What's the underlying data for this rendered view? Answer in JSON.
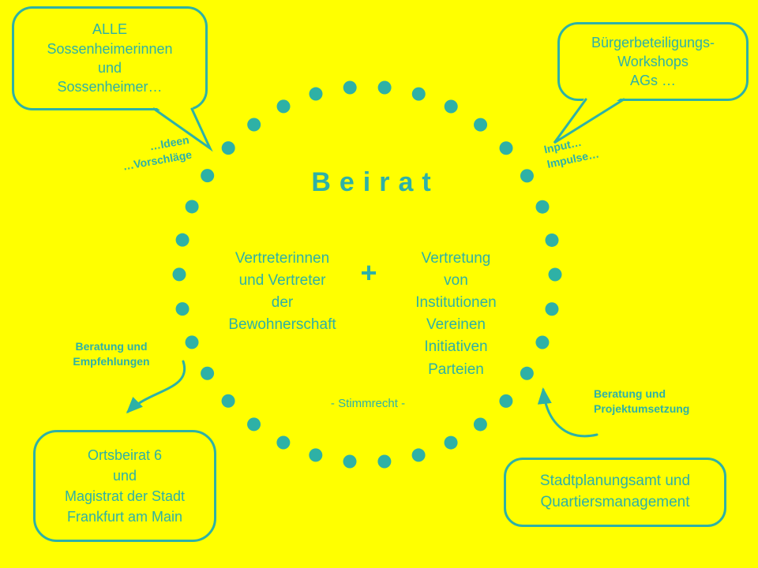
{
  "theme": {
    "background": "#FFFF00",
    "accent": "#2EB1A6"
  },
  "circle": {
    "title": "Beirat",
    "left_column": [
      "Vertreterinnen",
      "und Vertreter",
      "der",
      "Bewohnerschaft"
    ],
    "plus_sign": "+",
    "right_column": [
      "Vertretung",
      "von",
      "Institutionen",
      "Vereinen",
      "Initiativen",
      "Parteien"
    ],
    "voting_note": "- Stimmrecht -"
  },
  "bubbles": {
    "top_left": {
      "lines": [
        "ALLE",
        "Sossenheimerinnen",
        "und",
        "Sossenheimer…"
      ]
    },
    "top_right": {
      "lines": [
        "Bürgerbeteiligungs-",
        "Workshops",
        "AGs …"
      ]
    },
    "bottom_left": {
      "lines": [
        "Ortsbeirat 6",
        "und",
        "Magistrat der Stadt",
        "Frankfurt am Main"
      ]
    },
    "bottom_right": {
      "lines": [
        "Stadtplanungsamt und",
        "Quartiersmanagement"
      ]
    }
  },
  "labels": {
    "ideas": {
      "lines": [
        "…Ideen",
        "…Vorschläge"
      ]
    },
    "impulses": {
      "lines": [
        "Input…",
        "Impulse…"
      ]
    },
    "advice_left": {
      "lines": [
        "Beratung und",
        "Empfehlungen"
      ]
    },
    "advice_right": {
      "lines": [
        "Beratung und",
        "Projektumsetzung"
      ]
    }
  }
}
